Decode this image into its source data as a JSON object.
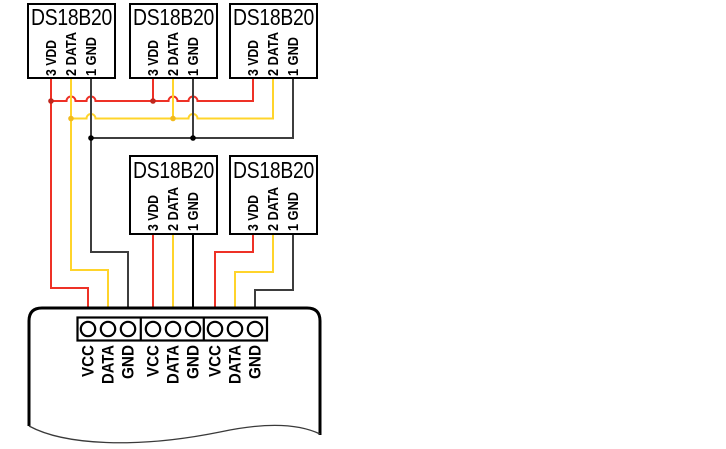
{
  "sensors": [
    {
      "title": "DS18B20",
      "pins": [
        "3 VDD",
        "2 DATA",
        "1 GND"
      ]
    },
    {
      "title": "DS18B20",
      "pins": [
        "3 VDD",
        "2 DATA",
        "1 GND"
      ]
    },
    {
      "title": "DS18B20",
      "pins": [
        "3 VDD",
        "2 DATA",
        "1 GND"
      ]
    },
    {
      "title": "DS18B20",
      "pins": [
        "3 VDD",
        "2 DATA",
        "1 GND"
      ]
    },
    {
      "title": "DS18B20",
      "pins": [
        "3 VDD",
        "2 DATA",
        "1 GND"
      ]
    }
  ],
  "board": {
    "terminal_labels": [
      "VCC",
      "DATA",
      "GND",
      "VCC",
      "DATA",
      "GND",
      "VCC",
      "DATA",
      "GND"
    ]
  },
  "wires": {
    "vdd_color": "#ee3126",
    "data_color": "#ffd42b",
    "gnd_color": "#3d3d3d",
    "gnd_black_color": "#000000",
    "vdd_dot_color": "#c0271e",
    "data_dot_color": "#f2ba1d",
    "gnd_dot_color": "#000000"
  }
}
